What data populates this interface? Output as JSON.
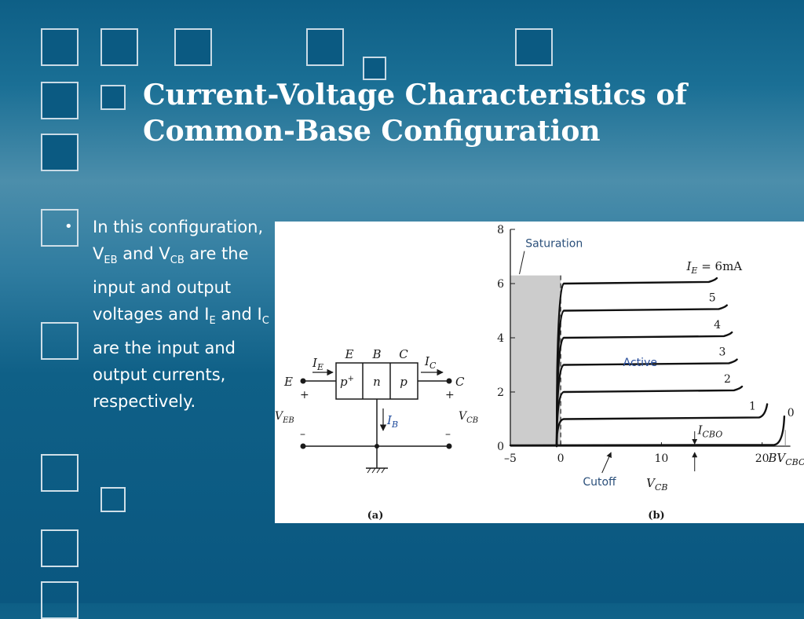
{
  "slide": {
    "title_line1": "Current-Voltage Characteristics of",
    "title_line2": "Common-Base Configuration"
  },
  "bullet": {
    "t1": "In this configuration, V",
    "sub1": "EB",
    "t2": " and V",
    "sub2": "CB",
    "t3": " are the input and output voltages and I",
    "sub3": "E",
    "t4": " and I",
    "sub4": "C",
    "t5": " are the input and output currents, respectively."
  },
  "circuit": {
    "caption": "(a)",
    "region_labels": [
      "E",
      "B",
      "C"
    ],
    "doping": [
      "p",
      "n",
      "p"
    ],
    "doping_sup": "+",
    "terminal_left": "E",
    "terminal_right": "C",
    "ie_label": "I",
    "ie_sub": "E",
    "ic_label": "I",
    "ic_sub": "C",
    "ib_label": "I",
    "ib_sub": "B",
    "veb_label": "V",
    "veb_sub": "EB",
    "vcb_label": "V",
    "vcb_sub": "CB",
    "plus": "+",
    "minus": "–"
  },
  "chart_data": {
    "type": "line",
    "caption": "(b)",
    "xlabel": "V",
    "xlabel_sub": "CB",
    "ylabel": "",
    "xlim": [
      -5,
      24
    ],
    "ylim": [
      0,
      8
    ],
    "x_ticks": [
      "–5",
      "0",
      "10",
      "20"
    ],
    "y_ticks": [
      "0",
      "2",
      "4",
      "6",
      "8"
    ],
    "bv_label": "BV",
    "bv_sub": "CBO",
    "annotations": {
      "saturation": "Saturation",
      "active": "Active",
      "cutoff": "Cutoff",
      "icbo": "I",
      "icbo_sub": "CBO",
      "ie_prefix": "I",
      "ie_sub": "E",
      "ie_top": " = 6mA"
    },
    "series": [
      {
        "name": "6",
        "label": "I_E = 6mA",
        "plateau": 6.0,
        "x_end": 15.5
      },
      {
        "name": "5",
        "label": "5",
        "plateau": 5.0,
        "x_end": 16.5
      },
      {
        "name": "4",
        "label": "4",
        "plateau": 4.0,
        "x_end": 17.0
      },
      {
        "name": "3",
        "label": "3",
        "plateau": 3.0,
        "x_end": 17.5
      },
      {
        "name": "2",
        "label": "2",
        "plateau": 2.0,
        "x_end": 18.0
      },
      {
        "name": "1",
        "label": "1",
        "plateau": 1.0,
        "x_end": 20.5
      },
      {
        "name": "0",
        "label": "0",
        "plateau": 0.05,
        "x_end": 22.3
      }
    ]
  }
}
